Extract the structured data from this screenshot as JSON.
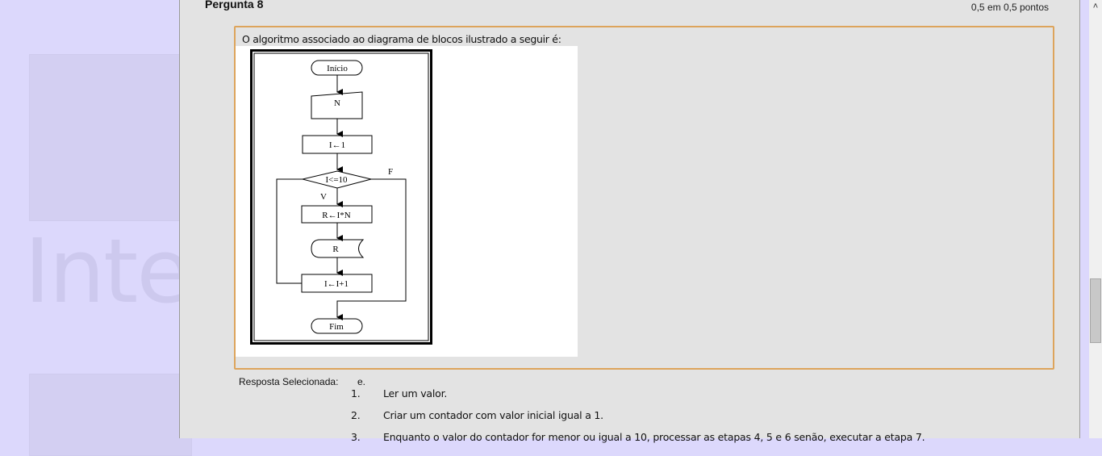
{
  "question": {
    "title": "Pergunta 8",
    "points": "0,5 em 0,5 pontos",
    "prompt": "O algoritmo associado ao diagrama de blocos ilustrado a seguir é:",
    "flowchart": {
      "start": "Início",
      "input": "N",
      "init": "I←1",
      "condition": "I<=10",
      "true_label": "V",
      "false_label": "F",
      "process": "R←I*N",
      "output": "R",
      "increment": "I←I+1",
      "end": "Fim"
    }
  },
  "answer": {
    "label": "Resposta Selecionada:",
    "letter": "e.",
    "steps": [
      {
        "num": "1.",
        "text": "Ler um valor."
      },
      {
        "num": "2.",
        "text": "Criar um contador com valor inicial igual a 1."
      },
      {
        "num": "3.",
        "text": "Enquanto o valor do contador for menor ou igual a 10, processar as etapas 4, 5 e 6 senão, executar a etapa 7."
      }
    ]
  },
  "colors": {
    "accent_border": "#dda45c",
    "panel": "#e3e3e3",
    "background": "#dcd8fc"
  }
}
